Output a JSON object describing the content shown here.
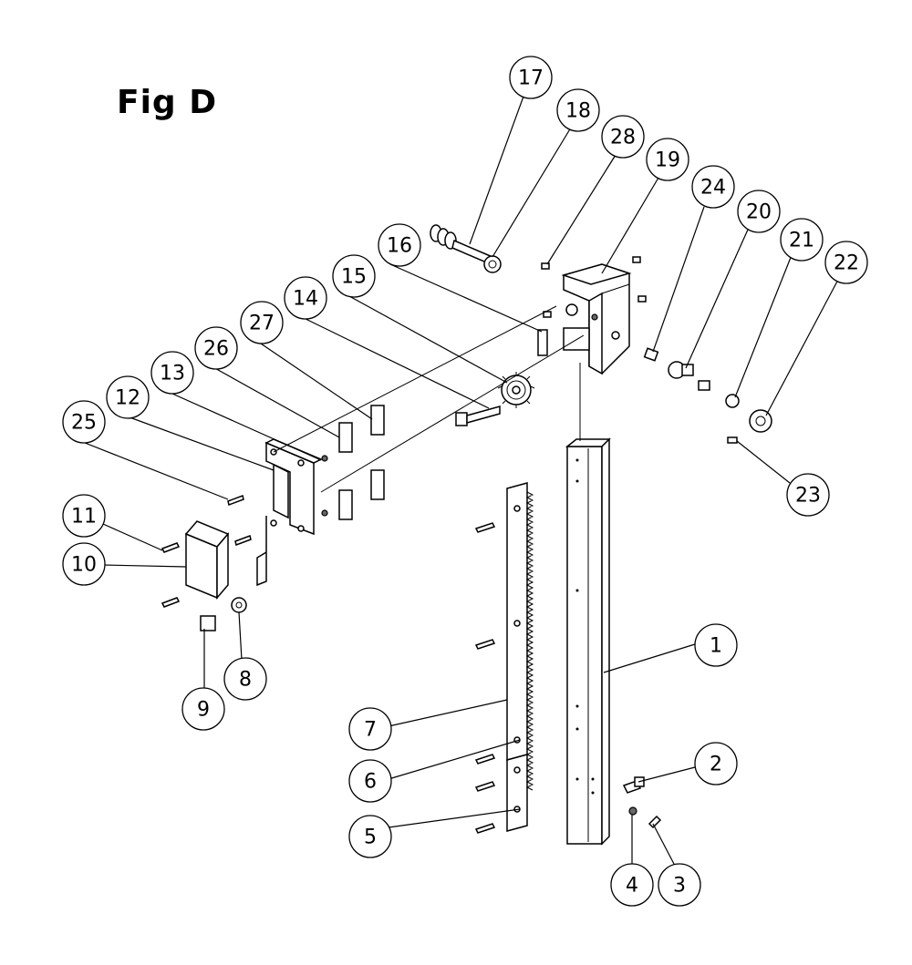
{
  "title": "Fig D",
  "callouts": [
    "1",
    "2",
    "3",
    "4",
    "5",
    "6",
    "7",
    "8",
    "9",
    "10",
    "11",
    "12",
    "13",
    "14",
    "15",
    "16",
    "17",
    "18",
    "19",
    "20",
    "21",
    "22",
    "23",
    "24",
    "25",
    "26",
    "27",
    "28"
  ]
}
